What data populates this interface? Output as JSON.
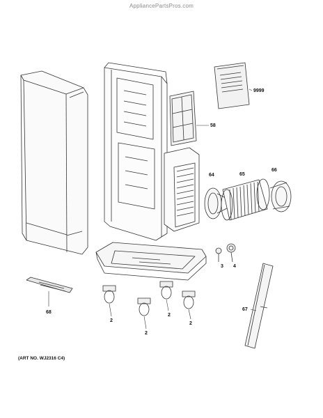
{
  "watermark": "AppliancePartsPros.com",
  "art_number": "(ART NO. WJ2316 C4)",
  "callouts": {
    "c9999": "9999",
    "c58": "58",
    "c64": "64",
    "c65": "65",
    "c66": "66",
    "c3": "3",
    "c4": "4",
    "c68": "68",
    "c2a": "2",
    "c2b": "2",
    "c2c": "2",
    "c2d": "2",
    "c67": "67"
  }
}
